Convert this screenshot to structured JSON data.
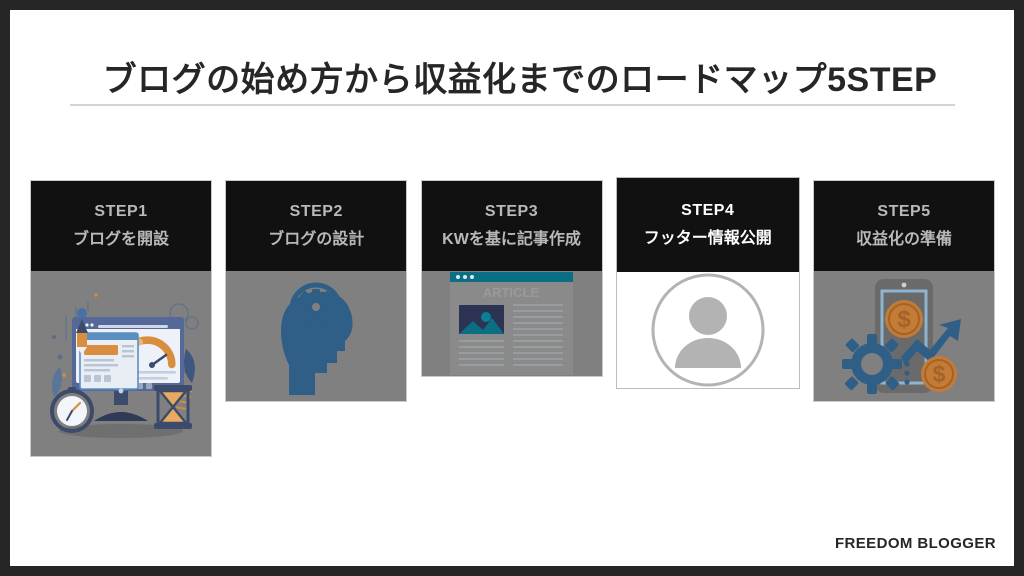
{
  "slide": {
    "background_color": "#ffffff",
    "border_color": "#262626",
    "title": "ブログの始め方から収益化までのロードマップ5STEP",
    "divider_color": "#d3d3d3"
  },
  "cards": [
    {
      "step": "STEP1",
      "title": "ブログを開設",
      "highlighted": false,
      "header_bg": "#111111",
      "body_bg": "#808080",
      "label_color": "#b9b9b9",
      "illustration": "monitor-speed-gauge-hourglass-illustration"
    },
    {
      "step": "STEP2",
      "title": "ブログの設計",
      "highlighted": false,
      "header_bg": "#111111",
      "body_bg": "#808080",
      "label_color": "#b9b9b9",
      "illustration": "head-lightbulb-gear-icon"
    },
    {
      "step": "STEP3",
      "title": "KWを基に記事作成",
      "highlighted": false,
      "header_bg": "#111111",
      "body_bg": "#808080",
      "label_color": "#b9b9b9",
      "illustration": "browser-article-page-icon",
      "illustration_text": "ARTICLE"
    },
    {
      "step": "STEP4",
      "title": "フッター情報公開",
      "highlighted": true,
      "header_bg": "#111111",
      "body_bg": "#ffffff",
      "label_color": "#ffffff",
      "illustration": "user-avatar-icon"
    },
    {
      "step": "STEP5",
      "title": "収益化の準備",
      "highlighted": false,
      "header_bg": "#111111",
      "body_bg": "#808080",
      "label_color": "#b9b9b9",
      "illustration": "smartphone-coins-gear-growth-arrow-icon"
    }
  ],
  "footer": {
    "brand": "FREEDOM BLOGGER"
  },
  "palette": {
    "blue": "#35618f",
    "dark_blue": "#3c4a6b",
    "navy": "#2f3a57",
    "orange": "#d98e3f",
    "teal": "#0a6e85",
    "light_gray": "#b3b3b3",
    "mid_gray": "#808080"
  }
}
